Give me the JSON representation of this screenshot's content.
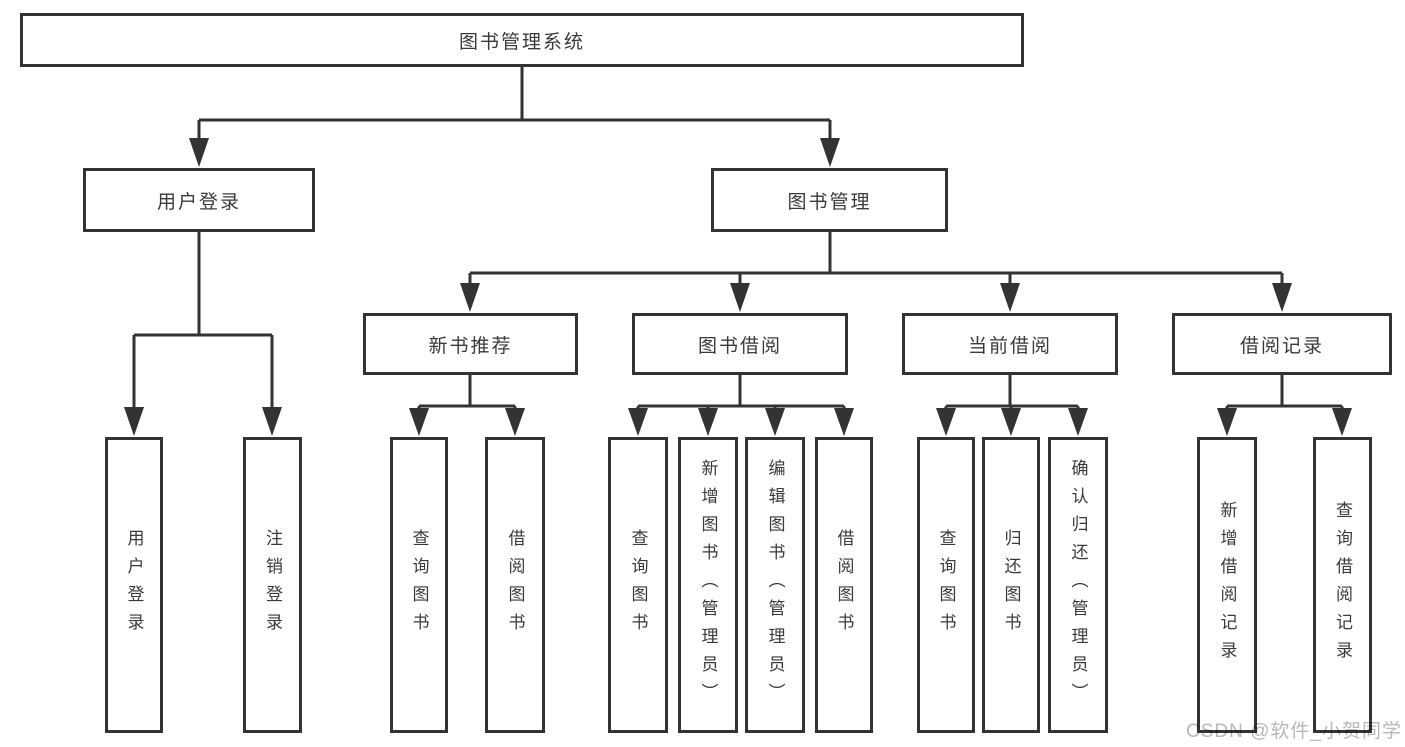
{
  "diagram": {
    "root": {
      "label": "图书管理系统"
    },
    "branches": [
      {
        "label": "用户登录",
        "children": [
          {
            "label": "用户登录"
          },
          {
            "label": "注销登录"
          }
        ]
      },
      {
        "label": "图书管理",
        "children": [
          {
            "label": "新书推荐",
            "children": [
              {
                "label": "查询图书"
              },
              {
                "label": "借阅图书"
              }
            ]
          },
          {
            "label": "图书借阅",
            "children": [
              {
                "label": "查询图书"
              },
              {
                "label": "新增图书（管理员）"
              },
              {
                "label": "编辑图书（管理员）"
              },
              {
                "label": "借阅图书"
              }
            ]
          },
          {
            "label": "当前借阅",
            "children": [
              {
                "label": "查询图书"
              },
              {
                "label": "归还图书"
              },
              {
                "label": "确认归还（管理员）"
              }
            ]
          },
          {
            "label": "借阅记录",
            "children": [
              {
                "label": "新增借阅记录"
              },
              {
                "label": "查询借阅记录"
              }
            ]
          }
        ]
      }
    ]
  },
  "watermark": {
    "text": "CSDN @软件_小贺同学"
  },
  "colors": {
    "line": "#333333",
    "text": "#3a3a3a",
    "box_bg": "#ffffff",
    "watermark": "#b5b9bd",
    "background": "#ffffff"
  }
}
